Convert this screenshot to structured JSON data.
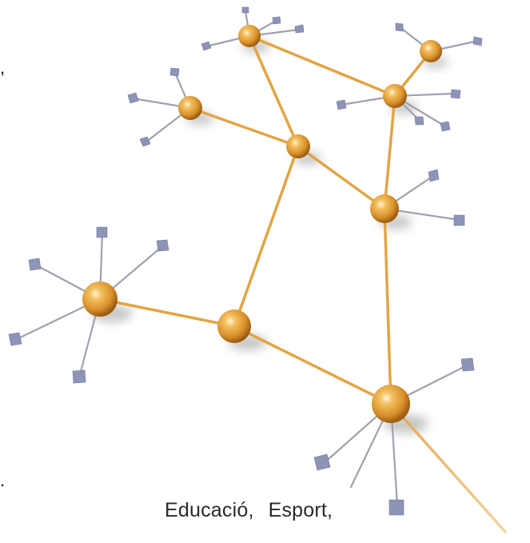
{
  "illustration": {
    "subject": "network-graph",
    "node_color": "#e8a030",
    "link_color": "#e0a850",
    "terminal_color": "#8e94b8",
    "wire_color": "#9a9ea8"
  },
  "text_fragments": {
    "comma": ",",
    "period": "."
  },
  "caption": {
    "words": [
      "Educació,",
      "Esport,"
    ]
  }
}
